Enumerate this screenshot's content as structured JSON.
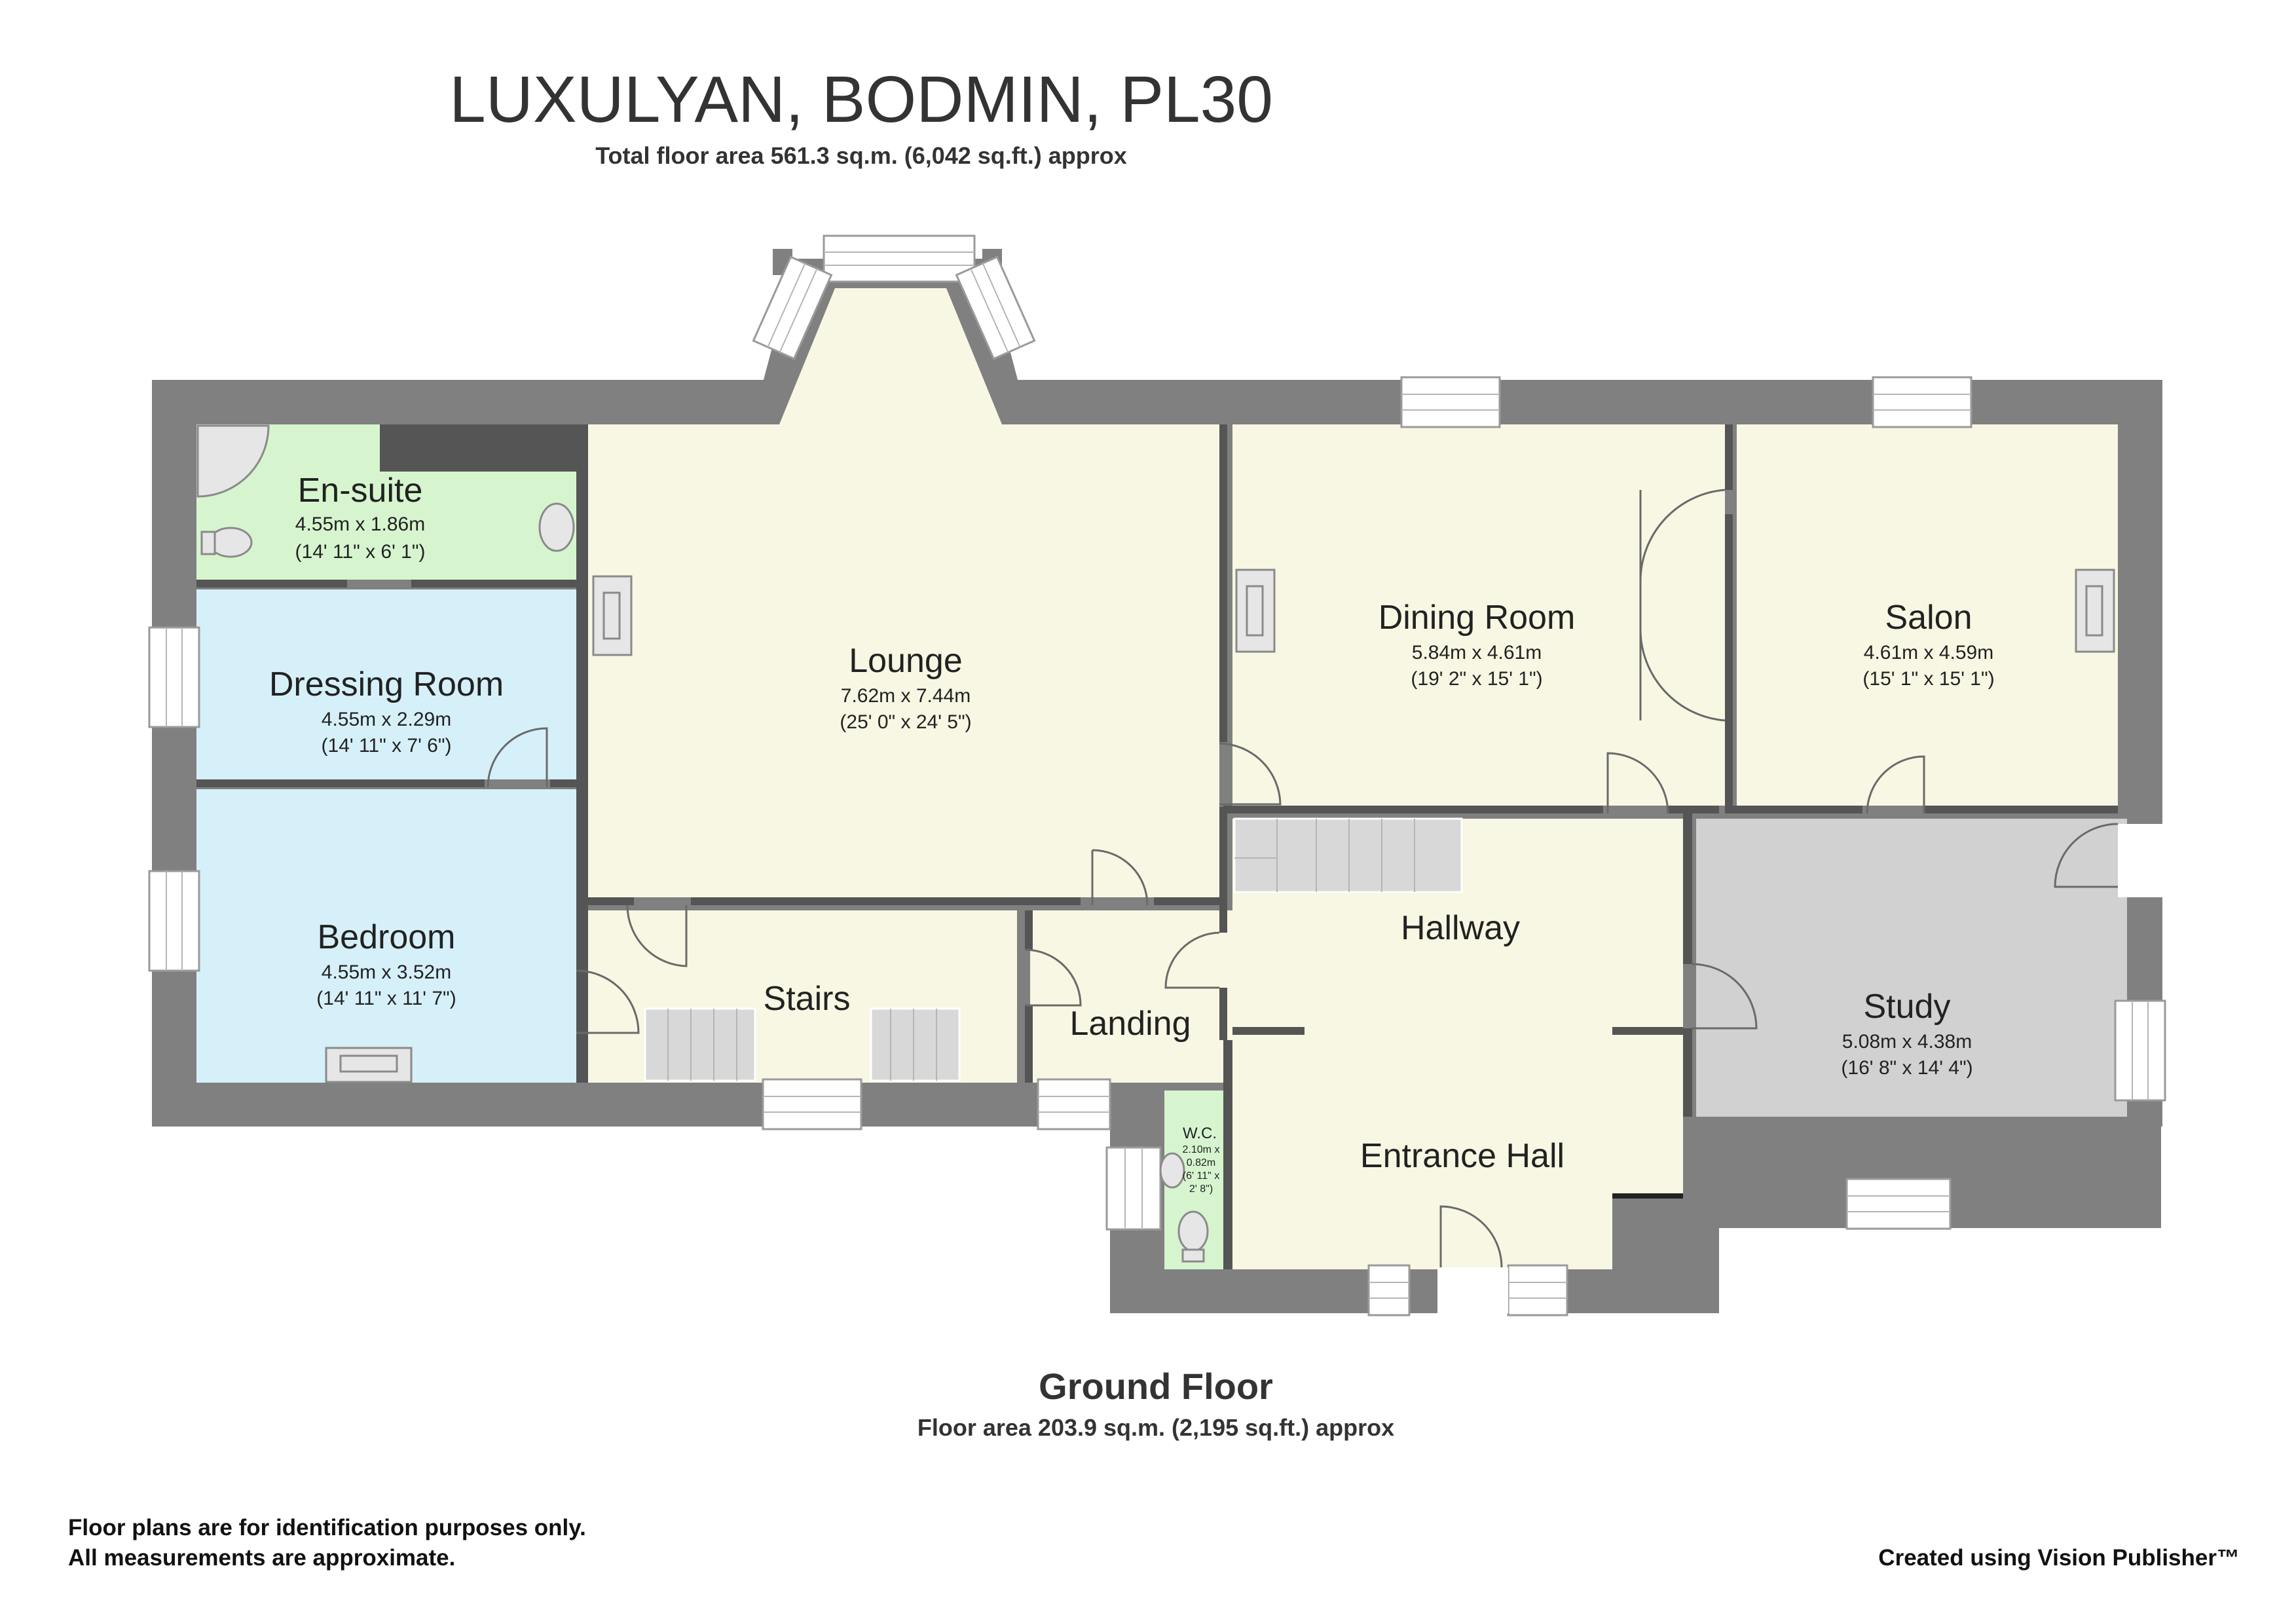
{
  "header": {
    "title": "LUXULYAN, BODMIN, PL30",
    "total_area": "Total floor area 561.3 sq.m. (6,042 sq.ft.) approx"
  },
  "floor": {
    "name": "Ground Floor",
    "area": "Floor area 203.9 sq.m. (2,195 sq.ft.) approx"
  },
  "footer": {
    "disclaimer_line1": "Floor plans are for identification purposes only.",
    "disclaimer_line2": "All measurements are approximate.",
    "credit": "Created using Vision Publisher™"
  },
  "colors": {
    "wall": "#808080",
    "cream": "#f8f7e3",
    "green": "#d6f5cf",
    "blue": "#d6f0f9",
    "grey": "#d1d1d1"
  },
  "rooms": {
    "ensuite": {
      "name": "En-suite",
      "dim_m": "4.55m x 1.86m",
      "dim_ft": "(14' 11\" x 6' 1\")"
    },
    "dressing": {
      "name": "Dressing Room",
      "dim_m": "4.55m x 2.29m",
      "dim_ft": "(14' 11\" x 7' 6\")"
    },
    "bedroom": {
      "name": "Bedroom",
      "dim_m": "4.55m x 3.52m",
      "dim_ft": "(14' 11\" x 11' 7\")"
    },
    "lounge": {
      "name": "Lounge",
      "dim_m": "7.62m x 7.44m",
      "dim_ft": "(25' 0\" x 24' 5\")"
    },
    "dining": {
      "name": "Dining Room",
      "dim_m": "5.84m x 4.61m",
      "dim_ft": "(19' 2\" x 15' 1\")"
    },
    "salon": {
      "name": "Salon",
      "dim_m": "4.61m x 4.59m",
      "dim_ft": "(15' 1\" x 15' 1\")"
    },
    "stairs": {
      "name": "Stairs"
    },
    "landing": {
      "name": "Landing"
    },
    "hallway": {
      "name": "Hallway"
    },
    "study": {
      "name": "Study",
      "dim_m": "5.08m x 4.38m",
      "dim_ft": "(16' 8\" x 14' 4\")"
    },
    "entrance": {
      "name": "Entrance Hall"
    },
    "wc": {
      "name": "W.C.",
      "dim_l1": "2.10m x",
      "dim_l2": "0.82m",
      "dim_l3": "(6' 11\" x",
      "dim_l4": "2' 8\")"
    }
  }
}
